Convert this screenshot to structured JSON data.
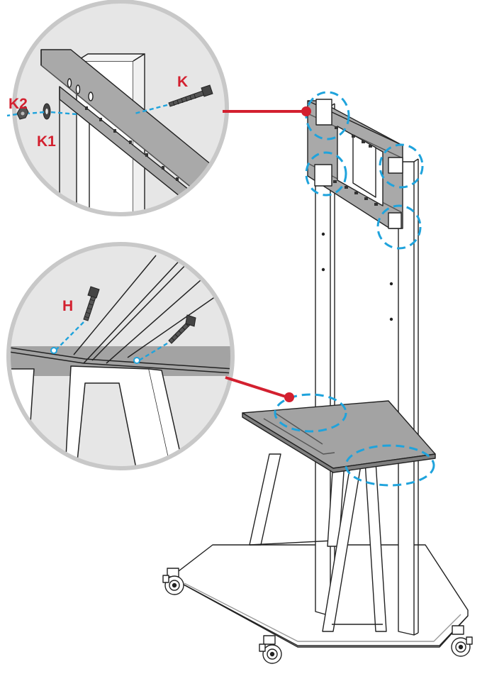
{
  "diagram": {
    "labels": {
      "k": "K",
      "k1": "K1",
      "k2": "K2",
      "h": "H"
    },
    "colors": {
      "label": "#d3202f",
      "leader": "#d3202f",
      "highlight": "#1fa3dc",
      "circle_fill": "#e6e6e6",
      "circle_ring": "#c8c8c8",
      "metal": "#a9a9a9",
      "metal_dark": "#7f7f7f",
      "outline": "#222222"
    },
    "icons": [
      "screw-icon",
      "washer-icon",
      "nut-icon",
      "caster-wheel-icon"
    ]
  }
}
